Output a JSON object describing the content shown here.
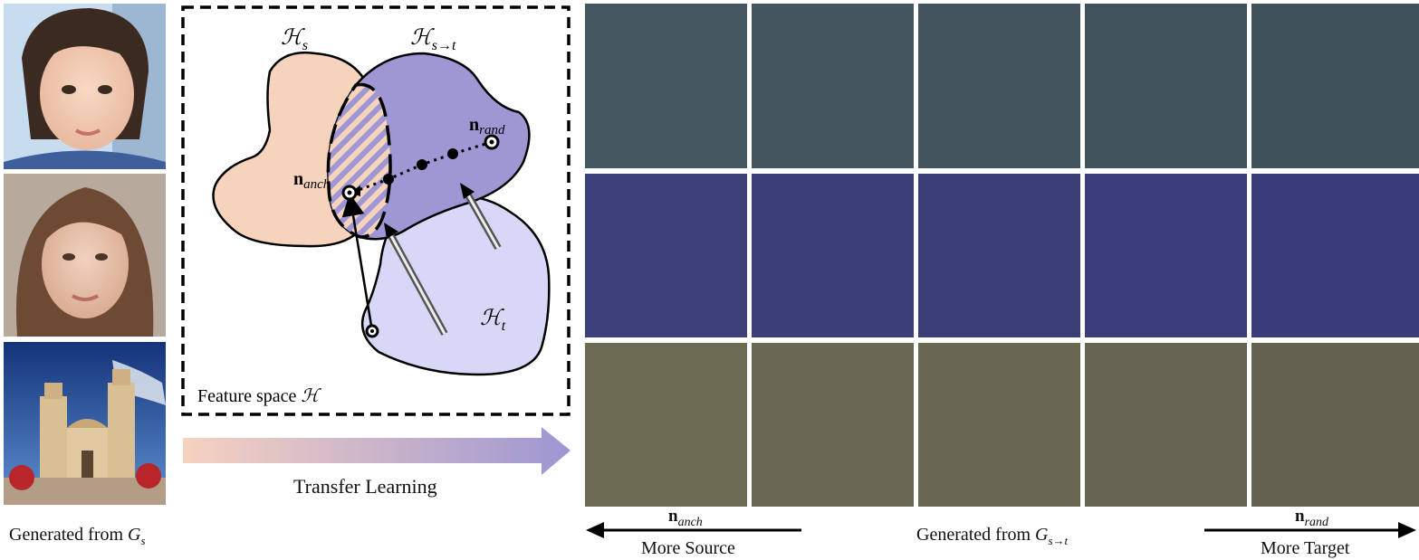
{
  "source_column": {
    "caption_prefix": "Generated from ",
    "caption_symbol": "G",
    "caption_sub": "s",
    "images": [
      {
        "label": "child-portrait-photo"
      },
      {
        "label": "young-woman-portrait-photo"
      },
      {
        "label": "cathedral-photo"
      }
    ]
  },
  "diagram": {
    "label_hs": "ℋ",
    "label_hs_sub": "s",
    "label_hst": "ℋ",
    "label_hst_sub": "s→t",
    "label_ht": "ℋ",
    "label_ht_sub": "t",
    "label_anch_bold": "n",
    "label_anch_sub": "anch",
    "label_rand_bold": "n",
    "label_rand_sub": "rand",
    "feature_space_text": "Feature space ",
    "feature_space_symbol": "ℋ",
    "colors": {
      "source_region": "#f5d3bd",
      "adapted_region": "#9f97d4",
      "target_region": "#d7d8f8"
    }
  },
  "transfer_arrow": {
    "label": "Transfer Learning",
    "color_start": "#f6d2c0",
    "color_end": "#9e96d3"
  },
  "grid": {
    "rows": [
      {
        "name": "portrait-painting-row",
        "cells": 5
      },
      {
        "name": "anime-portrait-row",
        "cells": 5
      },
      {
        "name": "street-painting-row",
        "cells": 5
      }
    ]
  },
  "bottom": {
    "left_arrow_bold": "n",
    "left_arrow_sub": "anch",
    "left_caption": "More Source",
    "center_prefix": "Generated from ",
    "center_symbol": "G",
    "center_sub": "s→t",
    "right_arrow_bold": "n",
    "right_arrow_sub": "rand",
    "right_caption": "More Target"
  }
}
